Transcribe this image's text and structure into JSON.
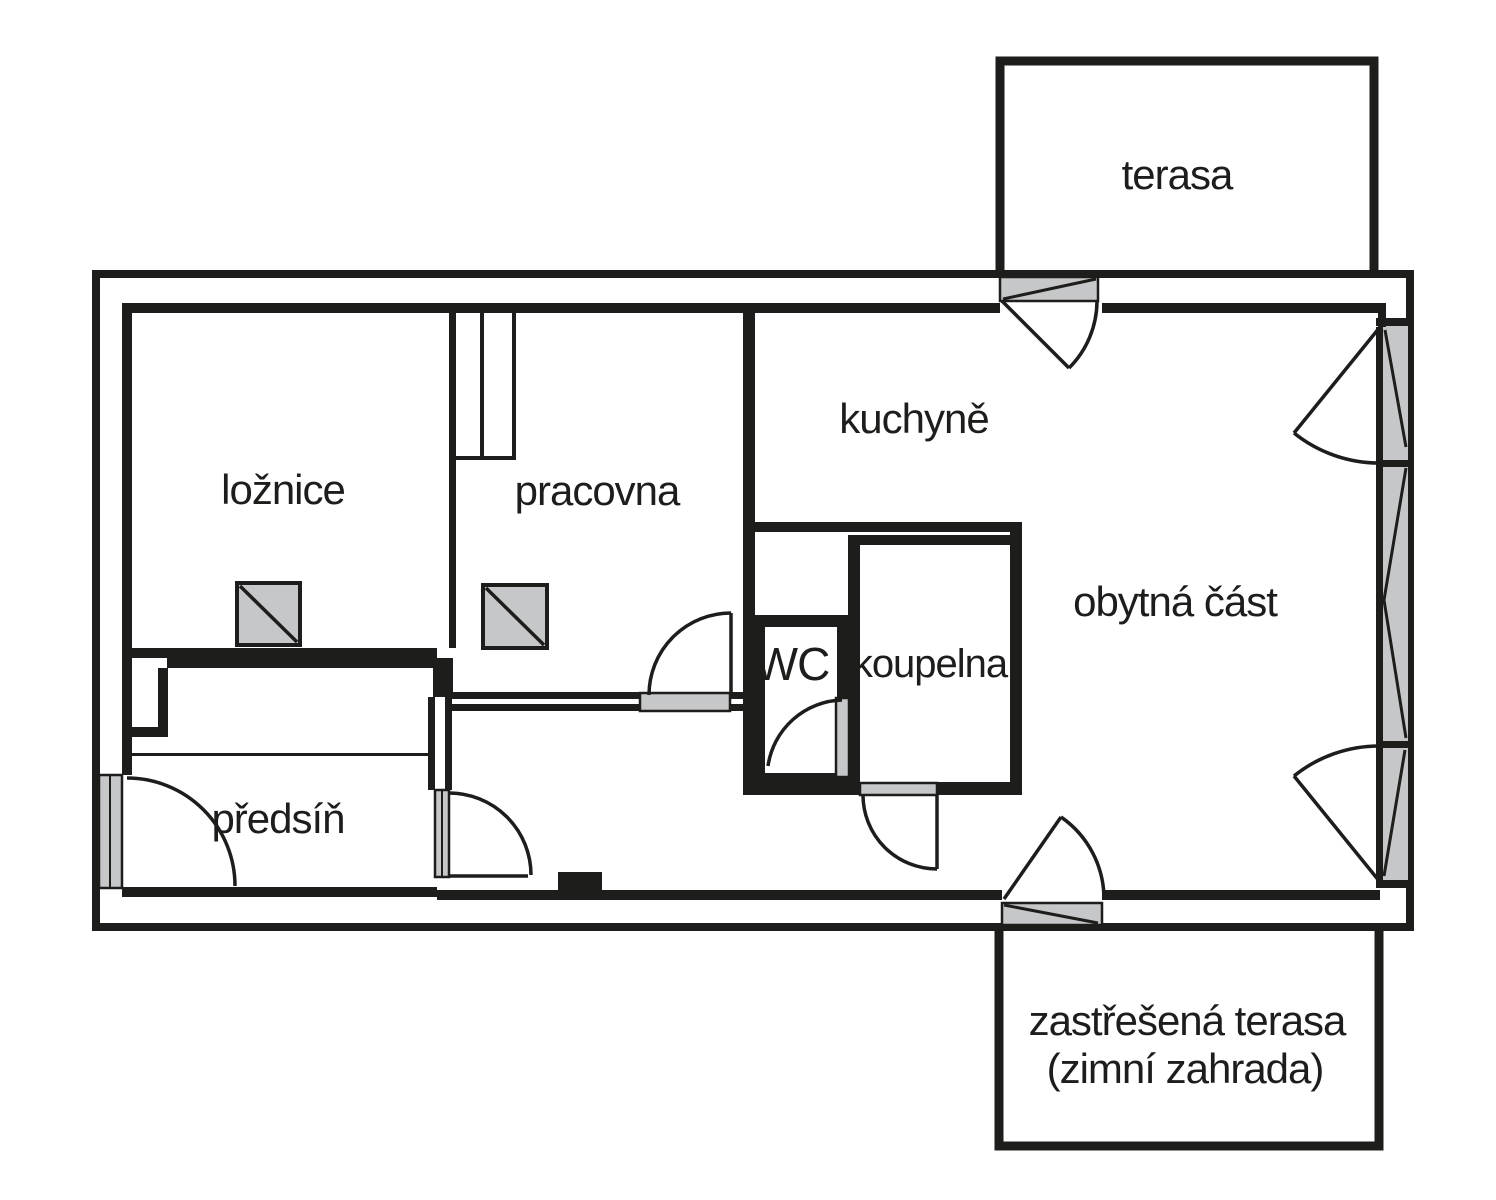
{
  "document": {
    "type": "apartment-floor-plan",
    "language": "cs"
  },
  "colors": {
    "wall": "#1d1d1b",
    "glass": "#c6c7c9",
    "bg": "#ffffff"
  },
  "labels": {
    "bedroom": "ložnice",
    "study": "pracovna",
    "kitchen": "kuchyně",
    "living_area": "obytná část",
    "wc": "WC",
    "bathroom": "koupelna",
    "hallway": "předsíň",
    "terrace": "terasa",
    "covered_terrace_line1": "zastřešená terasa",
    "covered_terrace_line2": "(zimní zahrada)"
  },
  "rooms": [
    {
      "name": "ložnice",
      "type": "bedroom"
    },
    {
      "name": "pracovna",
      "type": "study"
    },
    {
      "name": "kuchyně",
      "type": "kitchen"
    },
    {
      "name": "obytná část",
      "type": "living-area"
    },
    {
      "name": "WC",
      "type": "toilet"
    },
    {
      "name": "koupelna",
      "type": "bathroom"
    },
    {
      "name": "předsíň",
      "type": "hallway"
    },
    {
      "name": "terasa",
      "type": "terrace"
    },
    {
      "name": "zastřešená terasa (zimní zahrada)",
      "type": "covered-terrace"
    }
  ]
}
